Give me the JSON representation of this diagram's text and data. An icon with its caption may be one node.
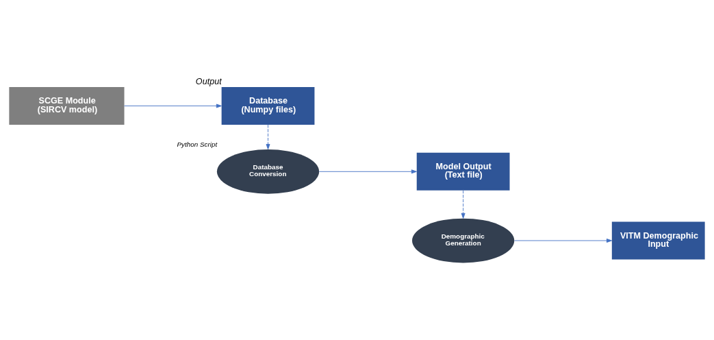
{
  "diagram": {
    "nodes": [
      {
        "text": [
          "SCGE Module (SIRCV model)"
        ]
      },
      {
        "text": [
          "Database (Numpy files)"
        ],
        "beside": [
          "Output"
        ]
      },
      {
        "text": [
          "Database Conversion"
        ],
        "beside": [
          "Python Script"
        ]
      },
      {
        "text": [
          "Model Output (Text file)"
        ]
      },
      {
        "text": [
          "Demographic Generation"
        ]
      },
      {
        "text": [
          "VITM Demographic Input"
        ]
      }
    ],
    "edges": [
      {
        "from": 0,
        "to": 1,
        "arrow": "to"
      },
      {
        "from": 1,
        "to": 2,
        "arrow": "to",
        "style": "dashed"
      },
      {
        "from": 2,
        "to": 3,
        "arrow": "to"
      },
      {
        "from": 3,
        "to": 4,
        "arrow": "to",
        "style": "dashed"
      },
      {
        "from": 4,
        "to": 5,
        "arrow": "to"
      }
    ]
  }
}
